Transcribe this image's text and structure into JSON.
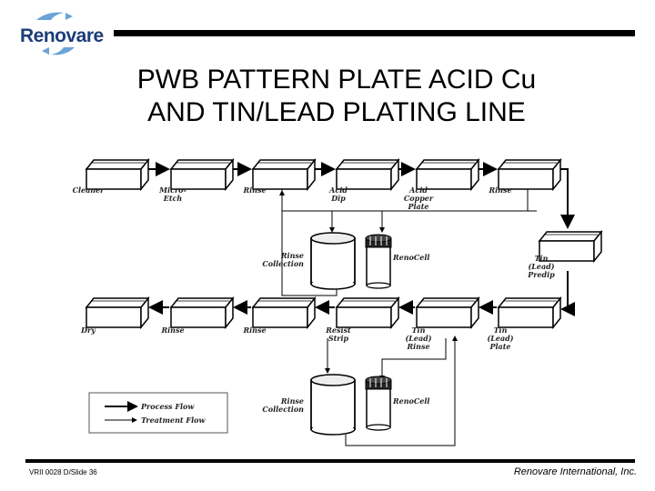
{
  "header": {
    "logo_text": "Renovare",
    "title_line1": "PWB PATTERN PLATE ACID Cu",
    "title_line2": "AND TIN/LEAD PLATING LINE"
  },
  "diagram": {
    "row1_tanks": [
      {
        "label": [
          "Cleaner"
        ]
      },
      {
        "label": [
          "Micro-",
          "Etch"
        ]
      },
      {
        "label": [
          "Rinse"
        ]
      },
      {
        "label": [
          "Acid",
          "Dip"
        ]
      },
      {
        "label": [
          "Acid",
          "Copper",
          "Plate"
        ]
      },
      {
        "label": [
          "Rinse"
        ]
      }
    ],
    "side_tank": {
      "label": [
        "Tin",
        "(Lead)",
        "Predip"
      ]
    },
    "row2_tanks": [
      {
        "label": [
          "Dry"
        ]
      },
      {
        "label": [
          "Rinse"
        ]
      },
      {
        "label": [
          "Rinse"
        ]
      },
      {
        "label": [
          "Resist",
          "Strip"
        ]
      },
      {
        "label": [
          "Tin",
          "(Lead)",
          "Rinse"
        ]
      },
      {
        "label": [
          "Tin",
          "(Lead)",
          "Plate"
        ]
      }
    ],
    "collection_1": {
      "rinse_label": [
        "Rinse",
        "Collection"
      ],
      "renocell_label": "RenoCell"
    },
    "collection_2": {
      "rinse_label": [
        "Rinse",
        "Collection"
      ],
      "renocell_label": "RenoCell"
    },
    "legend": {
      "process_flow": "Process Flow",
      "treatment_flow": "Treatment Flow"
    }
  },
  "footer": {
    "slide_id": "VRII 0028 D/Slide 36",
    "company": "Renovare International, Inc."
  }
}
